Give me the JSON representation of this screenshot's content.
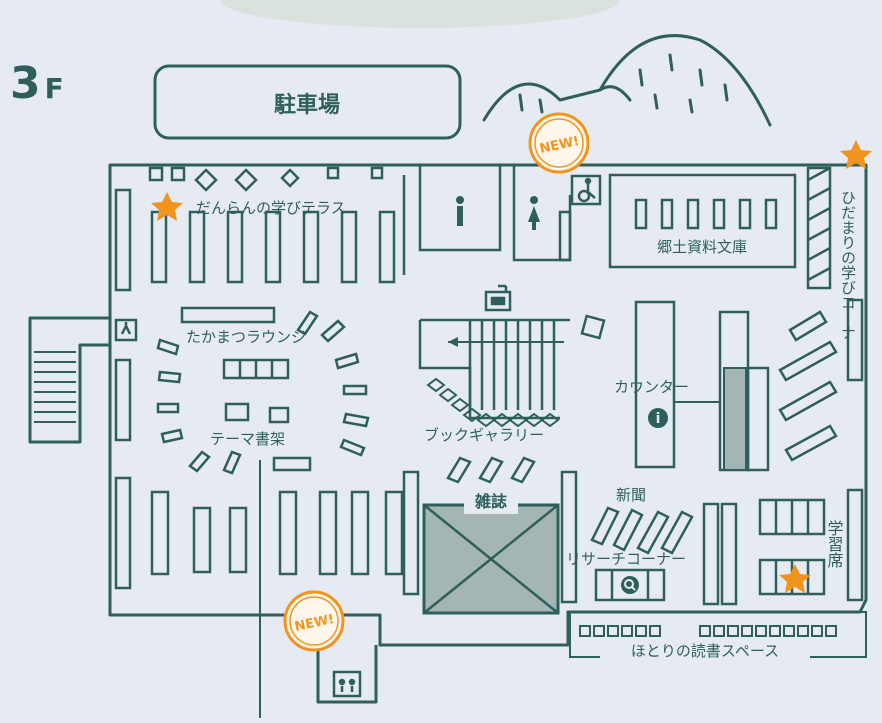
{
  "floor": {
    "number": "3",
    "suffix": "F"
  },
  "parking": {
    "label": "駐車場"
  },
  "badges": {
    "new_top": "NEW!",
    "new_bottom": "NEW!"
  },
  "areas": {
    "danran": "だんらんの学びテラス",
    "takamatsu": "たかまつラウンジ",
    "theme": "テーマ書架",
    "gallery": "ブックギャラリー",
    "counter": "カウンター",
    "kyodo": "郷土資料文庫",
    "hidamari": "ひだまりの学びコーナー",
    "magazine": "雑誌",
    "newspaper": "新聞",
    "research": "リサーチコーナー",
    "study": "学習席",
    "hotori": "ほとりの読書スペース"
  },
  "colors": {
    "line": "#2f5f5a",
    "accent": "#f0941e",
    "fill_gray": "#a4b6b3",
    "background": "#e6ebf3"
  },
  "icons": {
    "star": "star-icon",
    "restroom_male": "male-restroom-icon",
    "restroom_female": "female-restroom-icon",
    "accessible": "wheelchair-icon",
    "exit": "emergency-exit-icon",
    "elevator": "elevator-icon",
    "info": "info-icon",
    "search": "search-icon",
    "return": "book-return-icon"
  }
}
